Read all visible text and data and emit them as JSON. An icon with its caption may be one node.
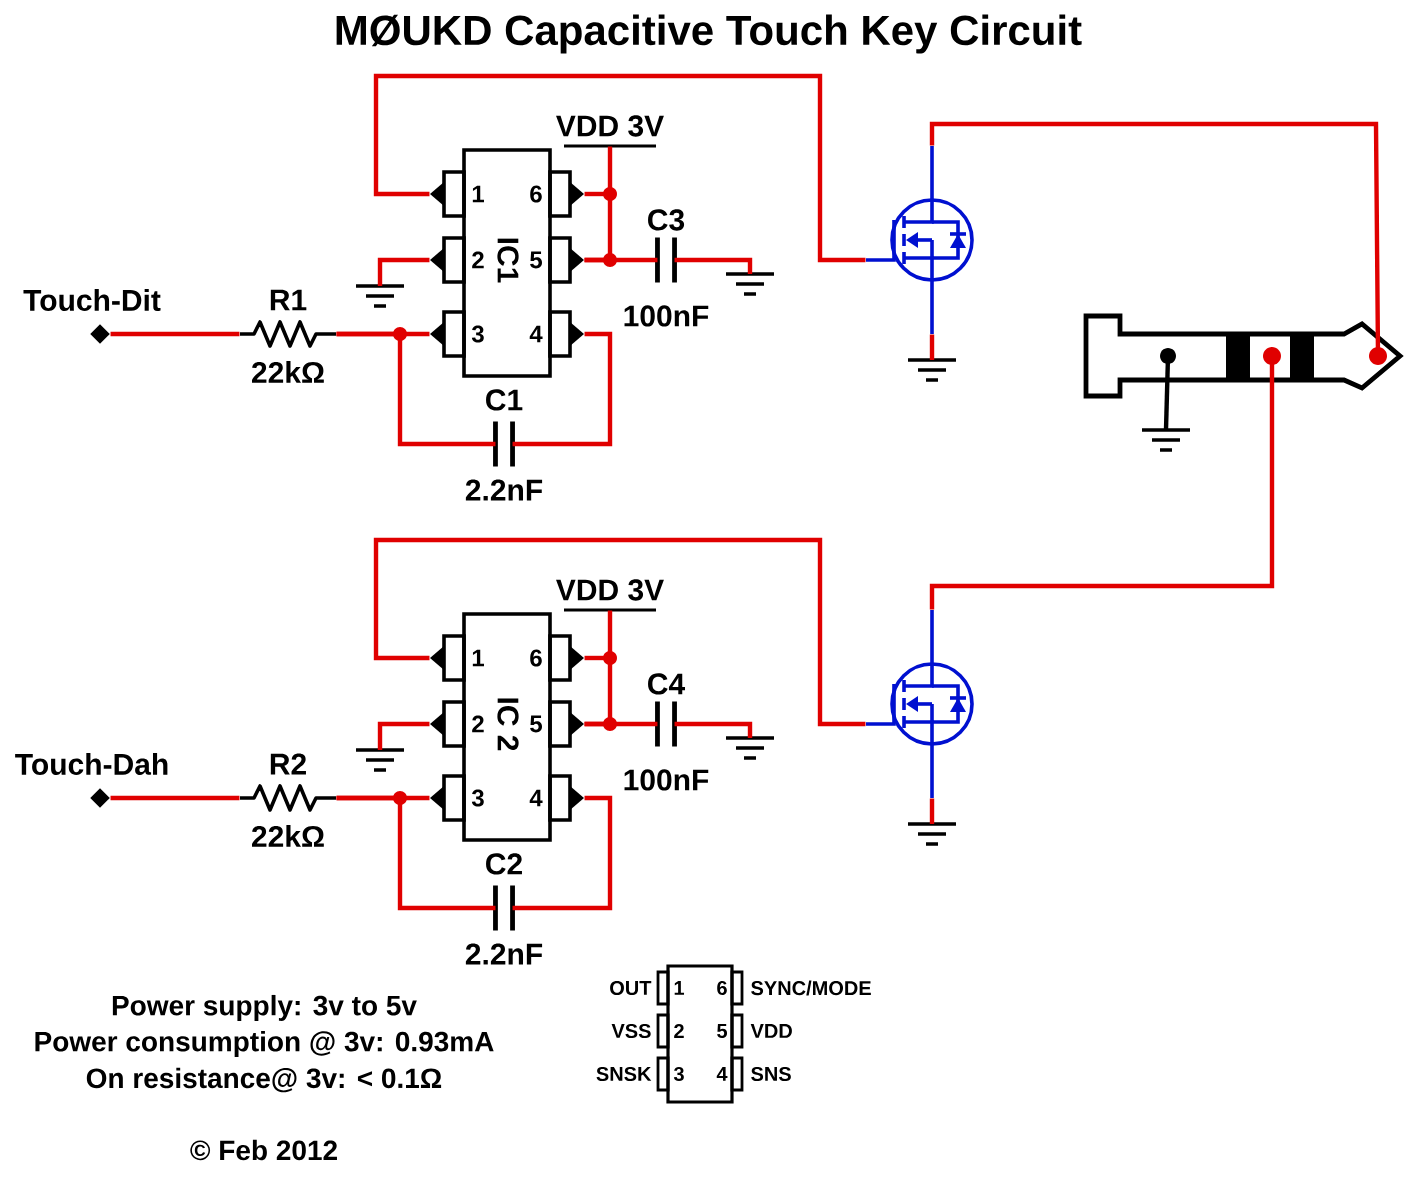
{
  "diagram": {
    "title": "MØUKD Capacitive Touch Key Circuit",
    "nodes": [
      {
        "text": [
          "Touch-Dit"
        ]
      },
      {
        "text": [
          "R1",
          "22kΩ"
        ]
      },
      {
        "text": [
          "IC1",
          "1",
          "6",
          "2",
          "5",
          "3",
          "4"
        ]
      },
      {
        "text": [
          "C1",
          "2.2nF"
        ]
      },
      {
        "text": [
          "C3",
          "100nF"
        ]
      },
      {
        "text": [
          "VDD 3V"
        ]
      },
      {
        "text": [],
        "shape": "transistor"
      },
      {
        "text": [],
        "shape": "ground"
      },
      {
        "text": [],
        "shape": "ground"
      },
      {
        "text": [],
        "shape": "ground"
      },
      {
        "text": [],
        "shape": "jack"
      },
      {
        "text": [],
        "shape": "ground"
      },
      {
        "text": [
          "Touch-Dah"
        ]
      },
      {
        "text": [
          "R2",
          "22kΩ"
        ]
      },
      {
        "text": [
          "IC 2",
          "1",
          "6",
          "2",
          "5",
          "3",
          "4"
        ]
      },
      {
        "text": [
          "C2",
          "2.2nF"
        ]
      },
      {
        "text": [
          "C4",
          "100nF"
        ]
      },
      {
        "text": [
          "VDD 3V"
        ]
      },
      {
        "text": [],
        "shape": "transistor"
      },
      {
        "text": [],
        "shape": "ground"
      },
      {
        "text": [],
        "shape": "ground"
      },
      {
        "text": [],
        "shape": "ground"
      },
      {
        "text": [
          "1",
          "6",
          "2",
          "5",
          "3",
          "4"
        ],
        "beside": [
          "OUT",
          "SYNC/MODE",
          "VSS",
          "VDD",
          "SNSK",
          "SNS"
        ]
      }
    ],
    "edges": [
      {
        "from": 0,
        "to": 1,
        "arrow": "none"
      },
      {
        "from": 1,
        "to": 2,
        "arrow": "none"
      },
      {
        "from": 1,
        "to": 3,
        "arrow": "none"
      },
      {
        "from": 3,
        "to": 2,
        "arrow": "none"
      },
      {
        "from": 2,
        "to": 6,
        "arrow": "none"
      },
      {
        "from": 2,
        "to": 7,
        "arrow": "none"
      },
      {
        "from": 2,
        "to": 5,
        "arrow": "none"
      },
      {
        "from": 2,
        "to": 4,
        "arrow": "none"
      },
      {
        "from": 4,
        "to": 8,
        "arrow": "none"
      },
      {
        "from": 6,
        "to": 9,
        "arrow": "none"
      },
      {
        "from": 6,
        "to": 10,
        "arrow": "none"
      },
      {
        "from": 10,
        "to": 11,
        "arrow": "none",
        "color": "#000000"
      },
      {
        "from": 12,
        "to": 13,
        "arrow": "none"
      },
      {
        "from": 13,
        "to": 14,
        "arrow": "none"
      },
      {
        "from": 13,
        "to": 15,
        "arrow": "none"
      },
      {
        "from": 15,
        "to": 14,
        "arrow": "none"
      },
      {
        "from": 14,
        "to": 18,
        "arrow": "none"
      },
      {
        "from": 14,
        "to": 19,
        "arrow": "none"
      },
      {
        "from": 14,
        "to": 17,
        "arrow": "none"
      },
      {
        "from": 14,
        "to": 16,
        "arrow": "none"
      },
      {
        "from": 16,
        "to": 20,
        "arrow": "none"
      },
      {
        "from": 18,
        "to": 21,
        "arrow": "none"
      },
      {
        "from": 18,
        "to": 10,
        "arrow": "none"
      }
    ],
    "labels": [
      "Power supply: 3v to 5v",
      "Power consumption @ 3v: 0.93mA",
      "On resistance@ 3v: < 0.1Ω",
      "© Feb 2012"
    ]
  }
}
